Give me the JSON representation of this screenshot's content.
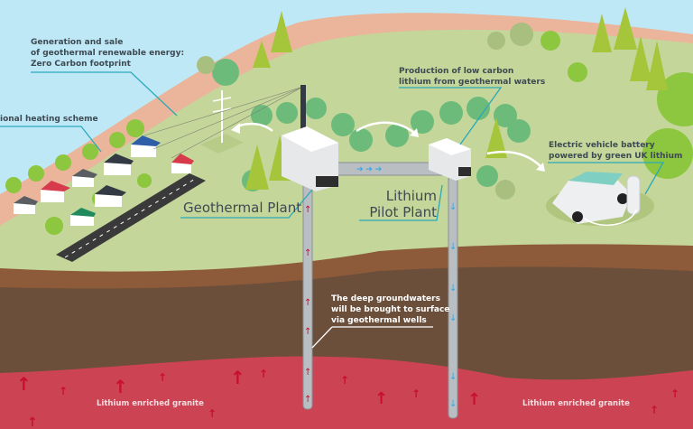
{
  "title": "Geothermal energy and lithium production diagram",
  "colors": {
    "sky": "#bfe8f7",
    "sand": "#eab59a",
    "grass": "#c4d69a",
    "topsoil": "#8e5b3a",
    "deep_soil": "#6b4f3b",
    "granite": "#cc4454",
    "callout_line": "#2aa9b8",
    "hot_arrow": "#c8102e",
    "cold_arrow": "#36a9e1",
    "well_pipe": "#b9bec3"
  },
  "labels": {
    "generation": [
      "Generation and sale",
      "of geothermal renewable energy:",
      "Zero Carbon footprint"
    ],
    "heating": "ional heating scheme",
    "production": [
      "Production of low carbon",
      "lithium from geothermal waters"
    ],
    "ev": [
      "Electric vehicle battery",
      "powered by green UK lithium"
    ],
    "geothermal_plant": "Geothermal Plant",
    "lithium_plant": [
      "Lithium",
      "Pilot Plant"
    ],
    "groundwaters": [
      "The deep groundwaters",
      "will be brought to surface",
      "via geothermal wells"
    ],
    "granite_left": "Lithium enriched granite",
    "granite_right": "Lithium enriched granite"
  },
  "icons": {
    "pylon": "power-pylon-icon",
    "chimney": "chimney-icon",
    "car": "electric-car-icon",
    "charger": "charging-station-icon"
  }
}
